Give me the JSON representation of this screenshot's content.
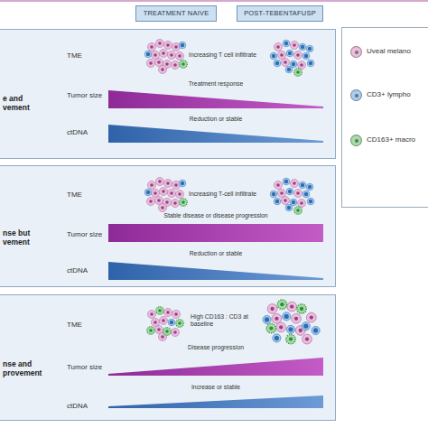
{
  "diagram": {
    "nodes": [
      {
        "text": [
          "TREATMENT NAIVE"
        ]
      },
      {
        "text": [
          "POST-TEBENTAFUSP"
        ]
      },
      {
        "text": [
          "e and vement",
          "TME",
          "Increasing T cell infiltrate",
          "Tumor size",
          "Treatment response",
          "ctDNA",
          "Reduction or stable"
        ]
      },
      {
        "text": [
          "nse but vement",
          "TME",
          "Increasing T-cell infiltrate",
          "Tumor size",
          "Stable disease or disease progression",
          "ctDNA",
          "Reduction or stable"
        ]
      },
      {
        "text": [
          "nse and provement",
          "TME",
          "High CD163 : CD3 at baseline",
          "Tumor size",
          "Disease progression",
          "ctDNA",
          "Increase or stable"
        ]
      }
    ],
    "legend": [
      {
        "text": "Uveal melano",
        "color": "#e9bfdc"
      },
      {
        "text": "CD3+ lympho",
        "color": "#a9cdee"
      },
      {
        "text": "CD163+ macro",
        "color": "#a8dca8"
      }
    ]
  }
}
